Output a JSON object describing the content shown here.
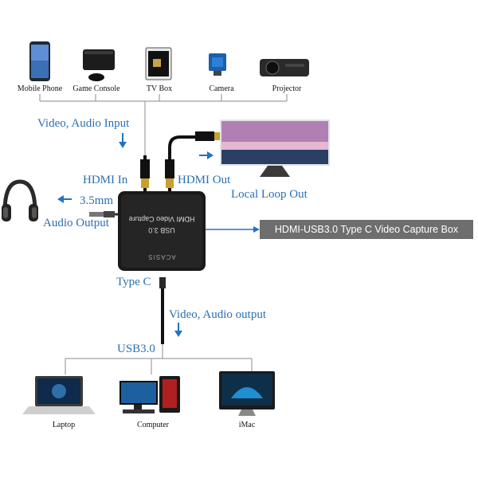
{
  "sources": [
    {
      "label": "Mobile Phone",
      "icon": "mobile-phone-icon"
    },
    {
      "label": "Game Console",
      "icon": "game-console-icon"
    },
    {
      "label": "TV Box",
      "icon": "tv-box-icon"
    },
    {
      "label": "Camera",
      "icon": "camera-icon"
    },
    {
      "label": "Projector",
      "icon": "projector-icon"
    }
  ],
  "labels": {
    "video_audio_input": "Video, Audio Input",
    "hdmi_in": "HDMI In",
    "hdmi_out": "HDMI Out",
    "local_loop_out": "Local Loop Out",
    "mm": "3.5mm",
    "audio_output": "Audio Output",
    "type_c": "Type C",
    "video_audio_output": "Video, Audio output",
    "usb3": "USB3.0"
  },
  "callout": "HDMI-USB3.0 Type C Video Capture Box",
  "device": {
    "title": "HDMI Video Capture",
    "subtitle": "USB 3.0",
    "brand": "ACASIS"
  },
  "outputs": [
    {
      "label": "Laptop",
      "icon": "laptop-icon"
    },
    {
      "label": "Computer",
      "icon": "computer-icon"
    },
    {
      "label": "iMac",
      "icon": "imac-icon"
    }
  ],
  "colors": {
    "label_blue": "#2a6fb3",
    "arrow_blue": "#1f73c4",
    "callout_bg": "#6e6e6e",
    "line_gray": "#9aa0a6"
  }
}
